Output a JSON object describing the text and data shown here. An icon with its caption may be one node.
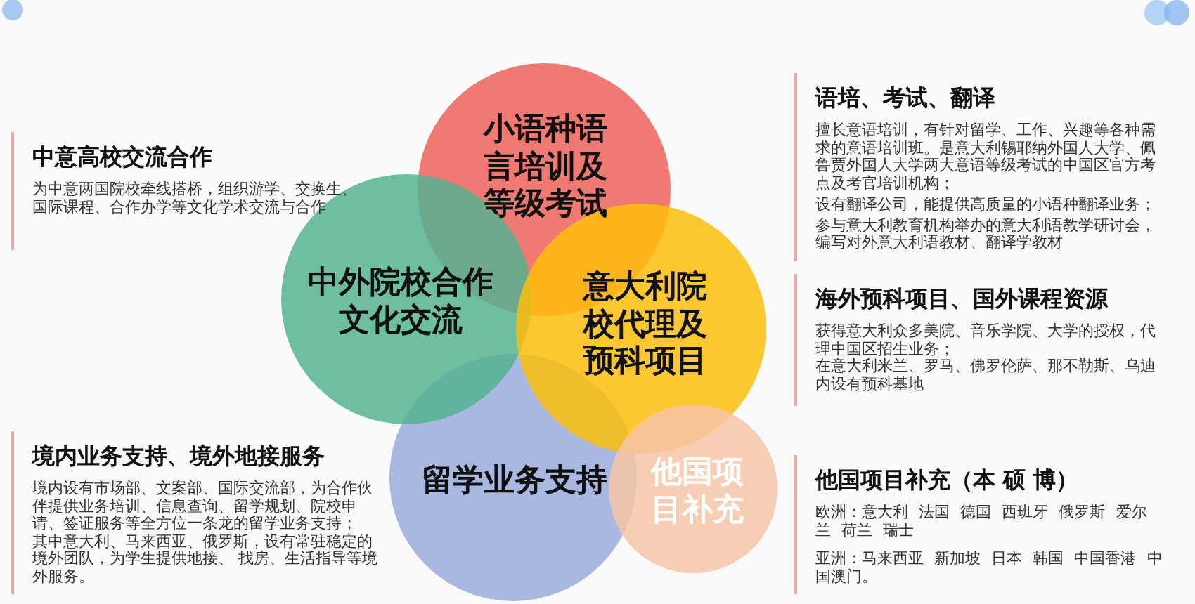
{
  "diagram": {
    "nodes": [
      {
        "text": [
          "中意高校交流合作",
          "为中意两国院校牵线搭桥，组织游学、交换生、国际课程、合作办学等文化学术交流与合作"
        ]
      },
      {
        "text": [
          "小语种语言培训及等级考试"
        ]
      },
      {
        "text": [
          "语培、考试、翻译",
          "擅长意语培训，有针对留学、工作、兴趣等各种需求的意语培训班。是意大利锡耶纳外国人大学、佩鲁贾外国人大学两大意语等级考试的中国区官方考点及考官培训机构；",
          "设有翻译公司，能提供高质量的小语种翻译业务；",
          "参与意大利教育机构举办的意大利语教学研讨会，编写对外意大利语教材、翻译学教材"
        ]
      },
      {
        "text": [
          "中外院校合作文化交流"
        ]
      },
      {
        "text": [
          "意大利院校代理及预科项目"
        ]
      },
      {
        "text": [
          "海外预科项目、国外课程资源",
          "获得意大利众多美院、音乐学院、大学的授权，代理中国区招生业务；",
          "在意大利米兰、罗马、佛罗伦萨、那不勒斯、乌迪内设有预科基地"
        ]
      },
      {
        "text": [
          "境内业务支持、境外地接服务",
          "境内设有市场部、文案部、国际交流部，为合作伙伴提供业务培训、信息查询、留学规划、院校申请、签证服务等全方位一条龙的留学业务支持；",
          "其中意大利、马来西亚、俄罗斯，设有常驻稳定的境外团队，为学生提供地接、 找房、生活指导等境外服务。"
        ]
      },
      {
        "text": [
          "留学业务支持"
        ]
      },
      {
        "text": [
          "他国项目补充"
        ]
      },
      {
        "text": [
          "他国项目补充（本 硕 博）",
          "欧洲：意大利 法国 德国 西班牙 俄罗斯 爱尔兰 荷兰 瑞士",
          "亚洲：马来西亚 新加坡 日本 韩国 中国香港 中国澳门。"
        ]
      }
    ]
  }
}
